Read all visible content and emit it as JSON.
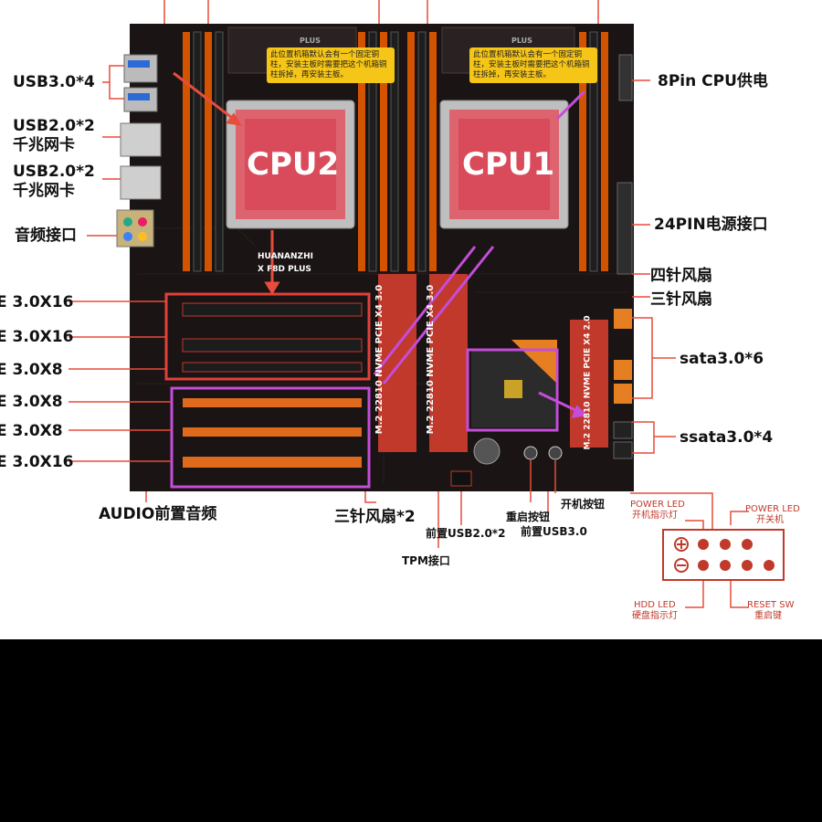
{
  "left_labels": {
    "usb30": "USB3.0*4",
    "usb20_a": "USB2.0*2",
    "lan_a": "千兆网卡",
    "usb20_b": "USB2.0*2",
    "lan_b": "千兆网卡",
    "audio": "音频接口",
    "pcie": [
      "E 3.0X16",
      "E 3.0X16",
      "E 3.0X8",
      "E 3.0X8",
      "E 3.0X8",
      "E 3.0X16"
    ]
  },
  "right_labels": {
    "cpu_power": "8Pin CPU供电",
    "atx_power": "24PIN电源接口",
    "fan4": "四针风扇",
    "fan3": "三针风扇",
    "sata": "sata3.0*6",
    "ssata": "ssata3.0*4"
  },
  "bottom_labels": {
    "audio_front": "AUDIO前置音频",
    "fan3x2": "三针风扇*2",
    "usb20_front": "前置USB2.0*2",
    "tpm": "TPM接口",
    "reset_button": "重启按钮",
    "power_button": "开机按钮",
    "usb30_front": "前置USB3.0"
  },
  "panel": {
    "power_led_left_en": "POWER LED",
    "power_led_left_cn": "开机指示灯",
    "power_led_right_en": "POWER LED",
    "power_led_right_cn": "开关机",
    "hdd_led_en": "HDD LED",
    "hdd_led_cn": "硬盘指示灯",
    "reset_sw_en": "RESET SW",
    "reset_sw_cn": "重启键"
  },
  "board": {
    "cpu1": "CPU1",
    "cpu2": "CPU2",
    "brand": "HUANANZHI",
    "model": "X  F8D PLUS",
    "plus": "PLUS",
    "m2_left": "M.2 22810 NVME PCIE X4 3.0",
    "m2_mid": "M.2 22810 NVME PCIE X4 3.0",
    "m2_right": "M.2 22810 NVME PCIE X4 2.0",
    "note_text": "此位置机箱默认会有一个固定铜柱，安装主板时需要把这个机箱铜柱拆掉，再安装主板。"
  },
  "colors": {
    "board": "#1a1414",
    "dimm_orange": "#d35400",
    "pcie_orange": "#e06a1c",
    "highlight_red": "#e0413a",
    "highlight_magenta": "#c44dd9",
    "arrow_red": "#e74c3c",
    "note_yellow": "#f5c518",
    "connector_red": "#c0392b"
  }
}
